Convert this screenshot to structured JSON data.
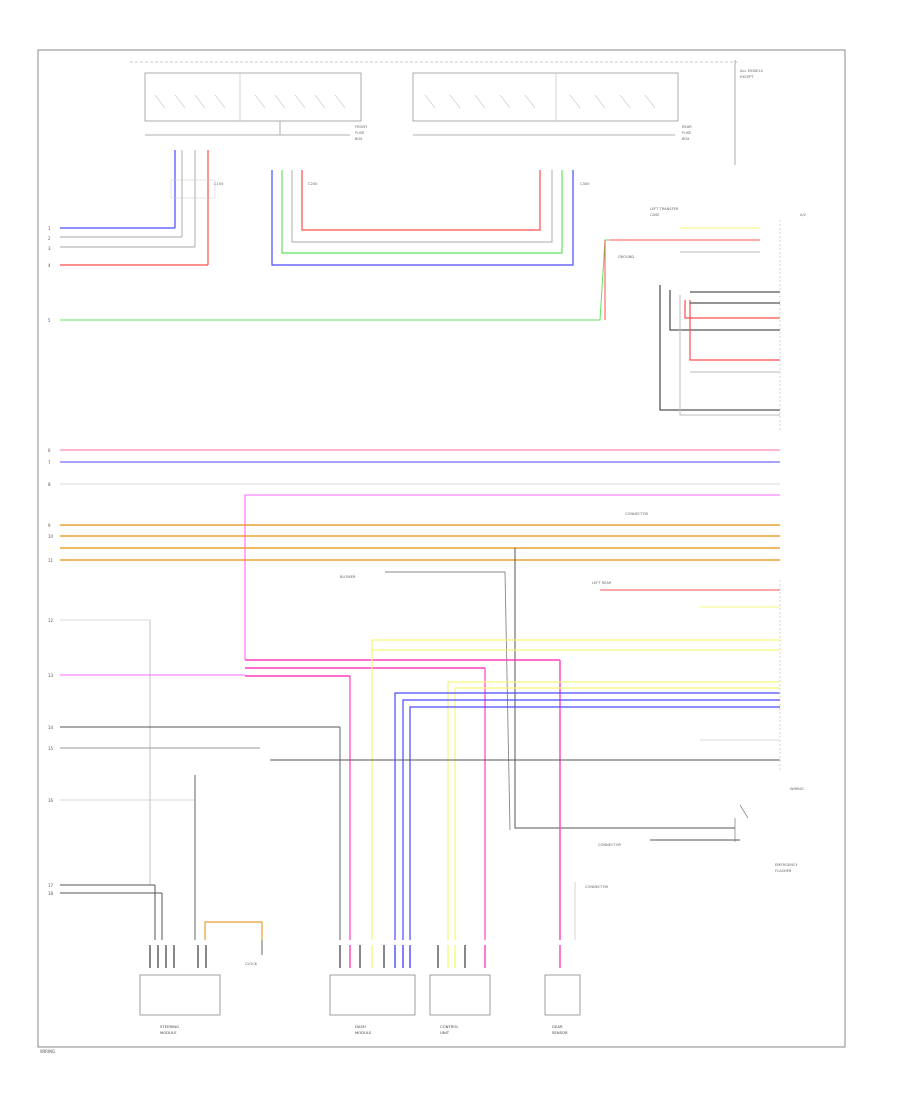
{
  "diagram": {
    "ref_code": "WIRING",
    "wire_colors": {
      "red": "#ff4d4d",
      "blue": "#4a4aff",
      "green": "#5ee35e",
      "pink": "#ff66ff",
      "orange": "#e8a030",
      "yellow": "#f7f77a",
      "gray": "#999999",
      "dark": "#555555",
      "magenta": "#ff3fbf"
    },
    "components": [
      {
        "id": "front-fuse-box",
        "label": "FRONT FUSE BOX"
      },
      {
        "id": "rear-fuse-box",
        "label": "REAR FUSE BOX"
      },
      {
        "id": "left-transfer-case",
        "label": "LEFT TRANSFER"
      },
      {
        "id": "steering-module",
        "label": "STEERING MODULE"
      },
      {
        "id": "dash-module",
        "label": "DASH MODULE"
      },
      {
        "id": "control-unit",
        "label": "CONTROL UNIT"
      },
      {
        "id": "gear-sensor",
        "label": "GEAR SENSOR"
      }
    ]
  }
}
